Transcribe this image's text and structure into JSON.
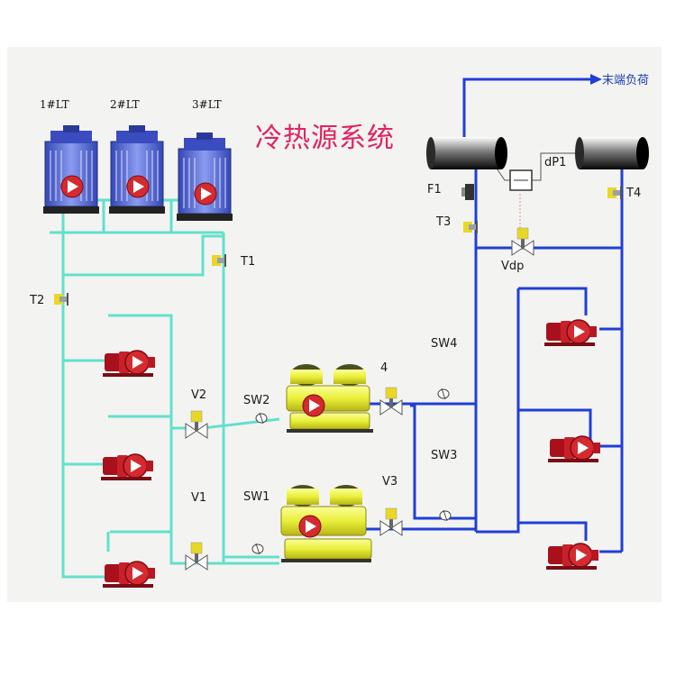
{
  "title": "冷热源系统",
  "load_label": "末端负荷",
  "towers": [
    "1#LT",
    "2#LT",
    "3#LT"
  ],
  "temp_sensors": [
    "T1",
    "T2",
    "T3",
    "T4"
  ],
  "valves": [
    "V1",
    "V2",
    "V3",
    "Vdp"
  ],
  "valve_4": "4",
  "flow_meter": "F1",
  "diff_pressure": "dP1",
  "switches": [
    "SW1",
    "SW2",
    "SW3",
    "SW4"
  ],
  "colors": {
    "condenser_water": "#63e0cc",
    "chilled_water": "#1f3fd6",
    "pump_red": "#c8202a",
    "chiller_yellow": "#e9ef39",
    "tower_blue": "#5a6fd8",
    "title": "#e0245e"
  }
}
